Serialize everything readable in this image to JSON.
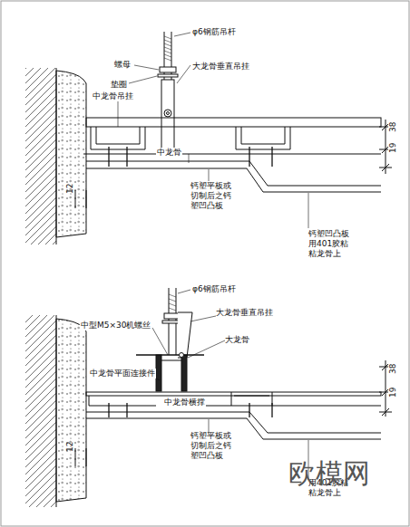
{
  "diagram": {
    "labels": [
      "φ6钢筋吊杆",
      "螺母",
      "大龙骨垂直吊挂",
      "垫圈",
      "中龙骨吊挂",
      "中龙骨",
      "钙塑平板或 切制后之钙 塑凹凸板",
      "钙塑凹凸板 用401胶粘 粘龙骨上",
      "38",
      "19",
      "12",
      "φ6钢筋吊杆",
      "大龙骨垂直吊挂",
      "中型M5×30机螺丝",
      "大龙骨",
      "中龙骨平面连接件",
      "中龙骨横撑",
      "钙塑平板或 切制后之钙 塑凹凸板",
      "用401胶粘 粘龙骨上",
      "38",
      "19",
      "12",
      "欧模网"
    ]
  }
}
